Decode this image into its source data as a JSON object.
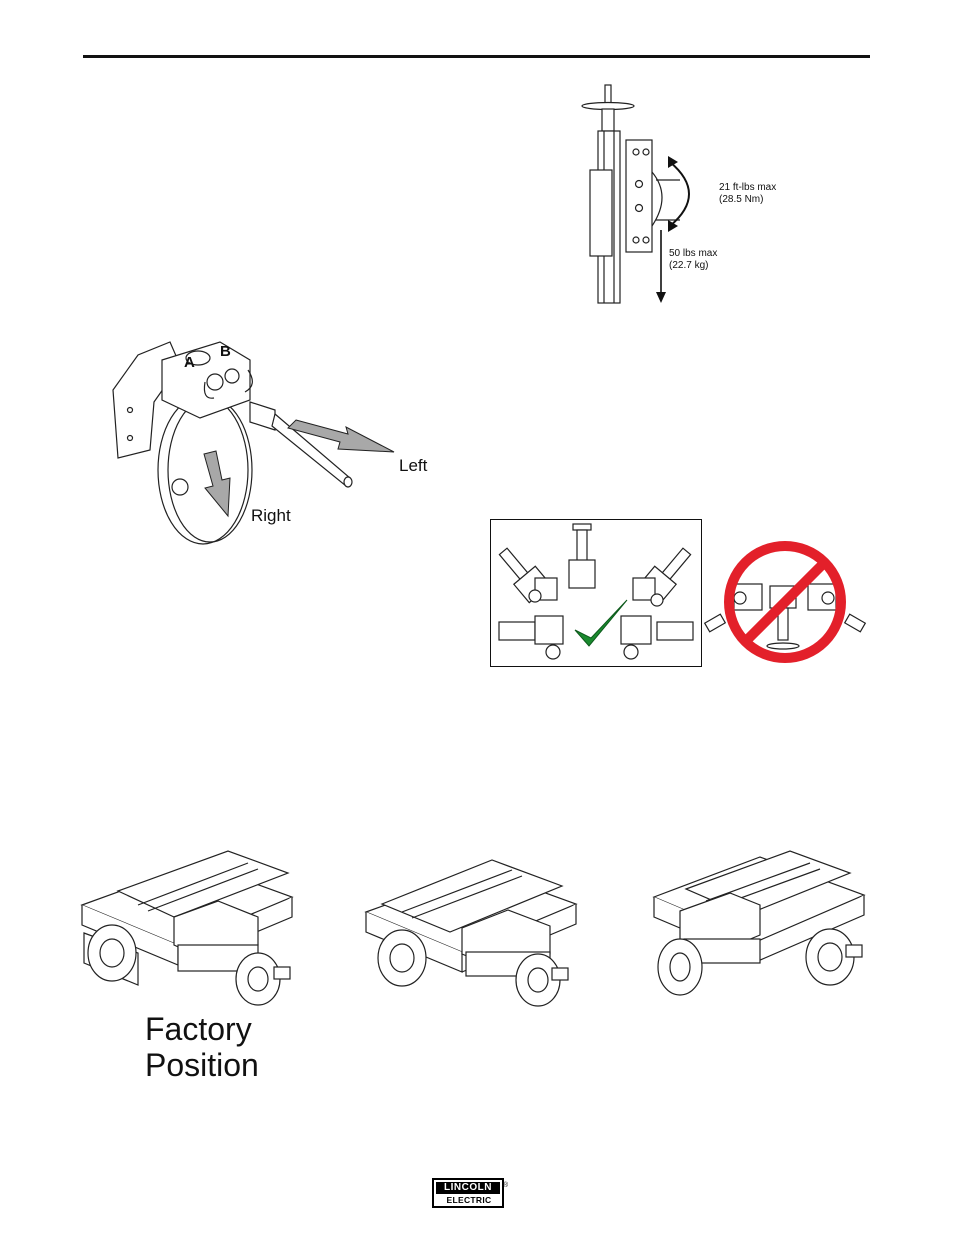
{
  "torque_figure": {
    "torque_label_line1": "21 ft-lbs max",
    "torque_label_line2": "(28.5 Nm)",
    "load_label_line1": "50 lbs max",
    "load_label_line2": "(22.7 kg)"
  },
  "clamp_figure": {
    "label_a": "A",
    "label_b": "B",
    "label_left": "Left",
    "label_right": "Right"
  },
  "slide_figures": {
    "factory_line1": "Factory",
    "factory_line2": "Position"
  },
  "footer": {
    "logo_top": "LINCOLN",
    "logo_bottom": "ELECTRIC",
    "logo_reg": "®",
    "logo_color": "#000000"
  },
  "colors": {
    "check_green": "#1a8a2e",
    "prohibit_red": "#e3202a",
    "arrow_grey": "#a8a8a8"
  }
}
